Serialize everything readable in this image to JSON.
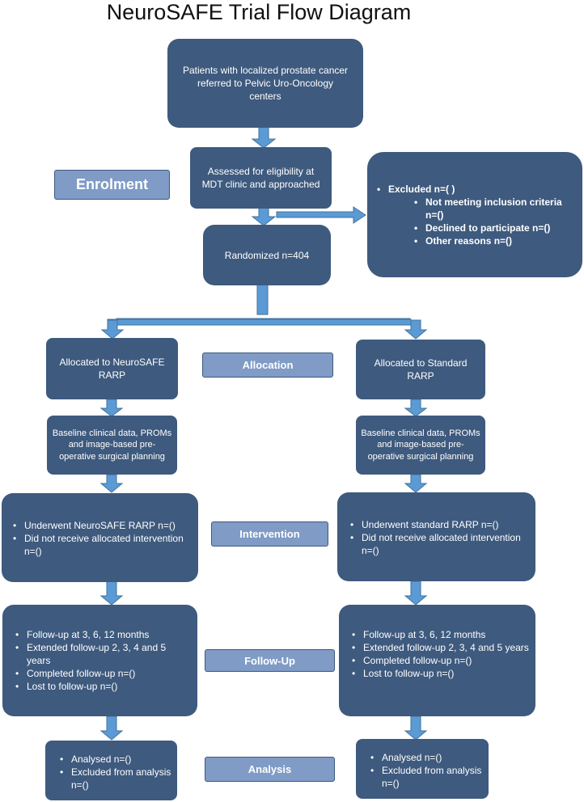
{
  "title": "NeuroSAFE Trial Flow Diagram",
  "stages": {
    "enrolment": "Enrolment",
    "allocation": "Allocation",
    "intervention": "Intervention",
    "follow_up": "Follow-Up",
    "analysis": "Analysis"
  },
  "referral": "Patients with localized prostate cancer referred to Pelvic Uro-Oncology centers",
  "eligibility": "Assessed for eligibility at MDT clinic and approached",
  "randomized": "Randomized n=404",
  "excluded": {
    "header": "Excluded n=( )",
    "items": [
      "Not meeting inclusion criteria n=()",
      "Declined to participate n=()",
      "Other reasons n=()"
    ]
  },
  "left": {
    "allocated": "Allocated to NeuroSAFE RARP",
    "baseline": "Baseline clinical data, PROMs and image-based pre-operative surgical planning",
    "intervention": [
      "Underwent NeuroSAFE RARP n=()",
      "Did not receive allocated intervention n=()"
    ],
    "follow_up": [
      "Follow-up at 3, 6, 12 months",
      "Extended follow-up 2, 3, 4 and 5 years",
      "Completed follow-up n=()",
      "Lost to follow-up n=()"
    ],
    "analysis": [
      "Analysed n=()",
      "Excluded from analysis n=()"
    ]
  },
  "right": {
    "allocated": "Allocated to Standard RARP",
    "baseline": "Baseline clinical data, PROMs and image-based pre-operative surgical planning",
    "intervention": [
      "Underwent standard RARP n=()",
      "Did not receive allocated intervention n=()"
    ],
    "follow_up": [
      "Follow-up at 3, 6, 12 months",
      "Extended follow-up 2, 3, 4 and 5 years",
      "Completed follow-up n=()",
      "Lost to follow-up n=()"
    ],
    "analysis": [
      "Analysed n=()",
      "Excluded from analysis n=()"
    ]
  },
  "colors": {
    "box": "#3e5a7e",
    "label": "#7f9bc6",
    "arrow": "#5b9bd5"
  }
}
